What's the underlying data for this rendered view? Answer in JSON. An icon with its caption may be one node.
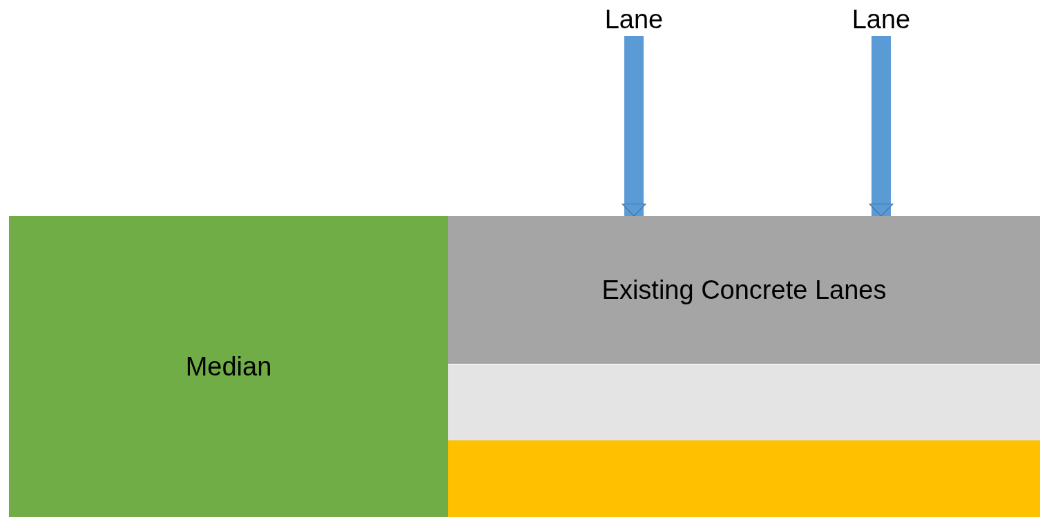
{
  "diagram": {
    "nodes": [
      {
        "text": [
          "Lane"
        ]
      },
      {
        "text": [
          "Lane"
        ]
      },
      {
        "text": [
          "Median"
        ]
      },
      {
        "text": [
          "Existing Concrete Lanes"
        ]
      },
      {
        "text": [],
        "shape": "bar"
      },
      {
        "text": [],
        "shape": "bar"
      }
    ],
    "edges": [
      {
        "from": 0,
        "to": 3,
        "arrow": "to"
      },
      {
        "from": 1,
        "to": 3,
        "arrow": "to"
      }
    ]
  }
}
